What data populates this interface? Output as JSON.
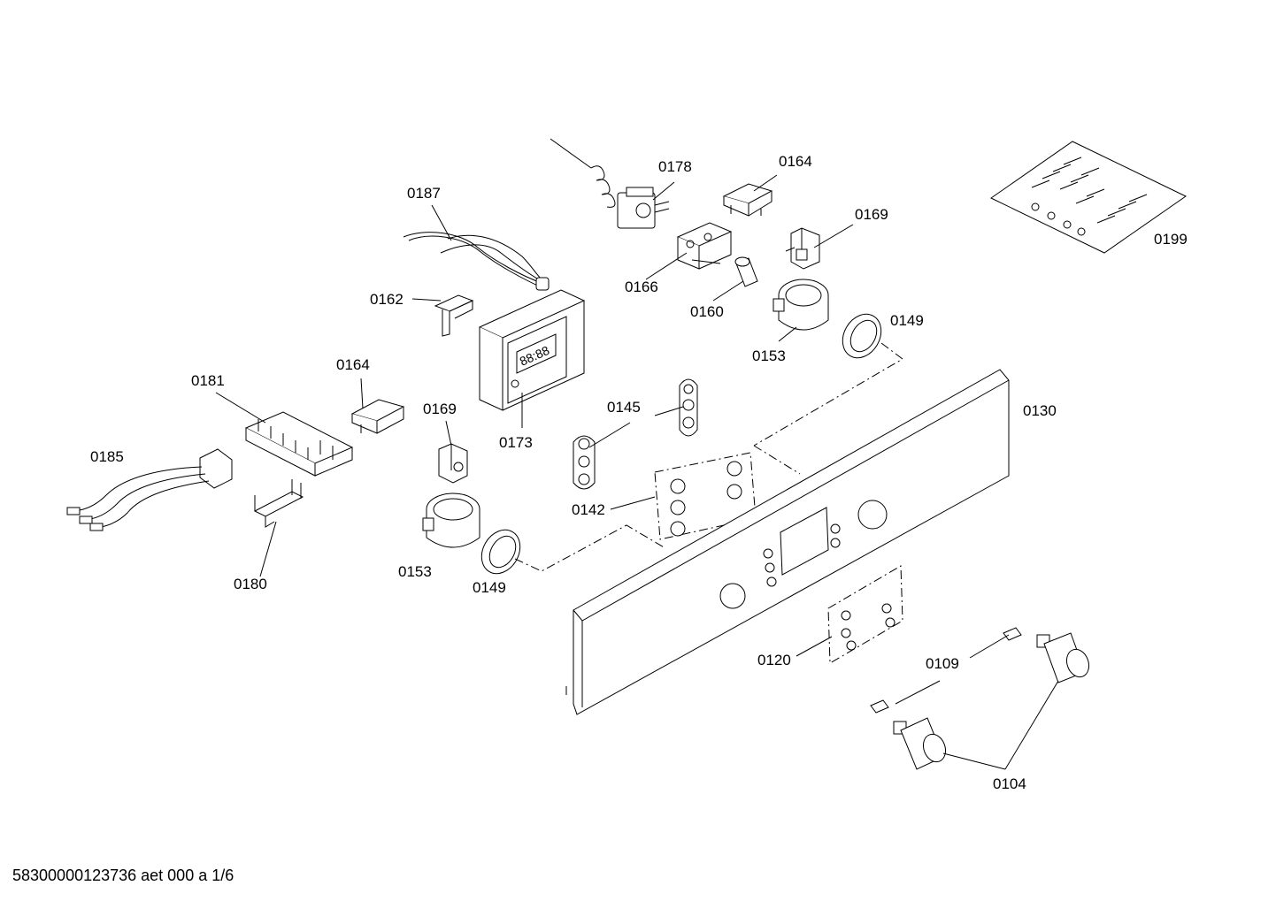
{
  "diagram": {
    "labels": {
      "l0178": "0178",
      "l0164a": "0164",
      "l0187": "0187",
      "l0169a": "0169",
      "l0199": "0199",
      "l0162": "0162",
      "l0166": "0166",
      "l0160": "0160",
      "l0149a": "0149",
      "l0153a": "0153",
      "l0164b": "0164",
      "l0181": "0181",
      "l0169b": "0169",
      "l0145": "0145",
      "l0130": "0130",
      "l0173": "0173",
      "l0185": "0185",
      "l0142": "0142",
      "l0153b": "0153",
      "l0149b": "0149",
      "l0180": "0180",
      "l0120": "0120",
      "l0109": "0109",
      "l0104": "0104"
    },
    "footer": "58300000123736 aet 000 a 1/6"
  }
}
